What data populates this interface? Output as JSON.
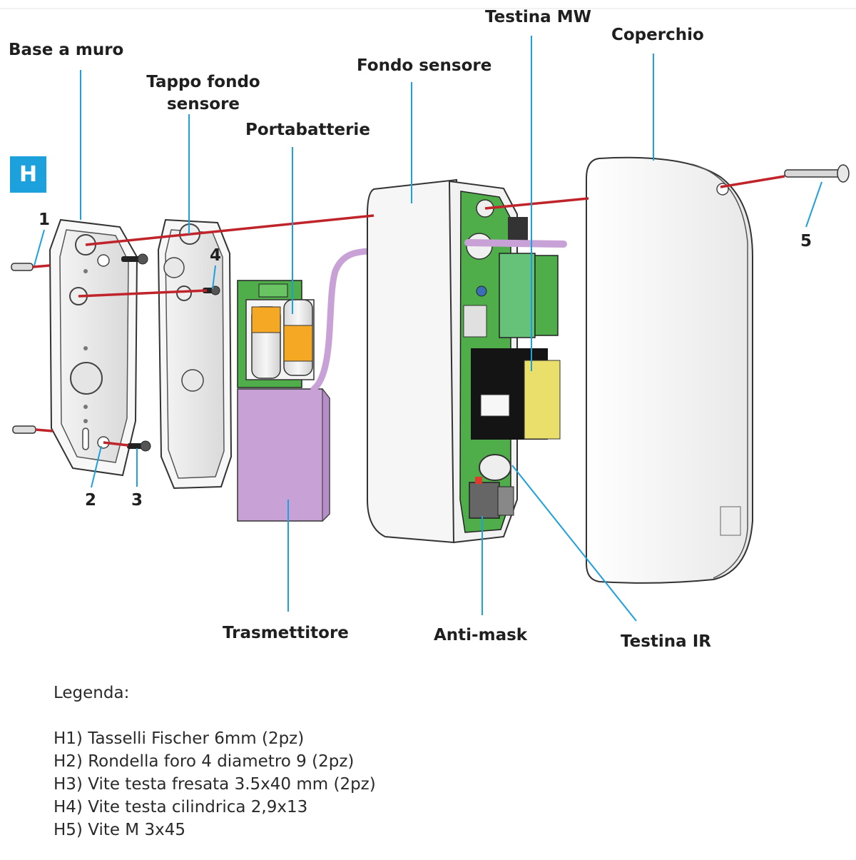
{
  "badge": "H",
  "labels": {
    "base_a_muro": "Base a muro",
    "tappo_line1": "Tappo fondo",
    "tappo_line2": "sensore",
    "portabatterie": "Portabatterie",
    "fondo_sensore": "Fondo sensore",
    "testina_mw": "Testina MW",
    "coperchio": "Coperchio",
    "trasmettitore": "Trasmettitore",
    "anti_mask": "Anti-mask",
    "testina_ir": "Testina IR"
  },
  "callouts": [
    "1",
    "2",
    "3",
    "4",
    "5"
  ],
  "legend": {
    "title": "Legenda:",
    "items": [
      "H1) Tasselli Fischer 6mm (2pz)",
      "H2) Rondella foro 4 diametro 9 (2pz)",
      "H3) Vite testa fresata 3.5x40 mm (2pz)",
      "H4) Vite testa cilindrica 2,9x13",
      "H5) Vite M 3x45"
    ]
  },
  "colors": {
    "leader_line": "#1da1dc",
    "alignment_line": "#c0242b",
    "pcb_green": "#4fae4a",
    "battery_orange": "#f4a824",
    "transmitter_purple": "#c8a2d6",
    "badge_blue": "#1da1dc"
  }
}
